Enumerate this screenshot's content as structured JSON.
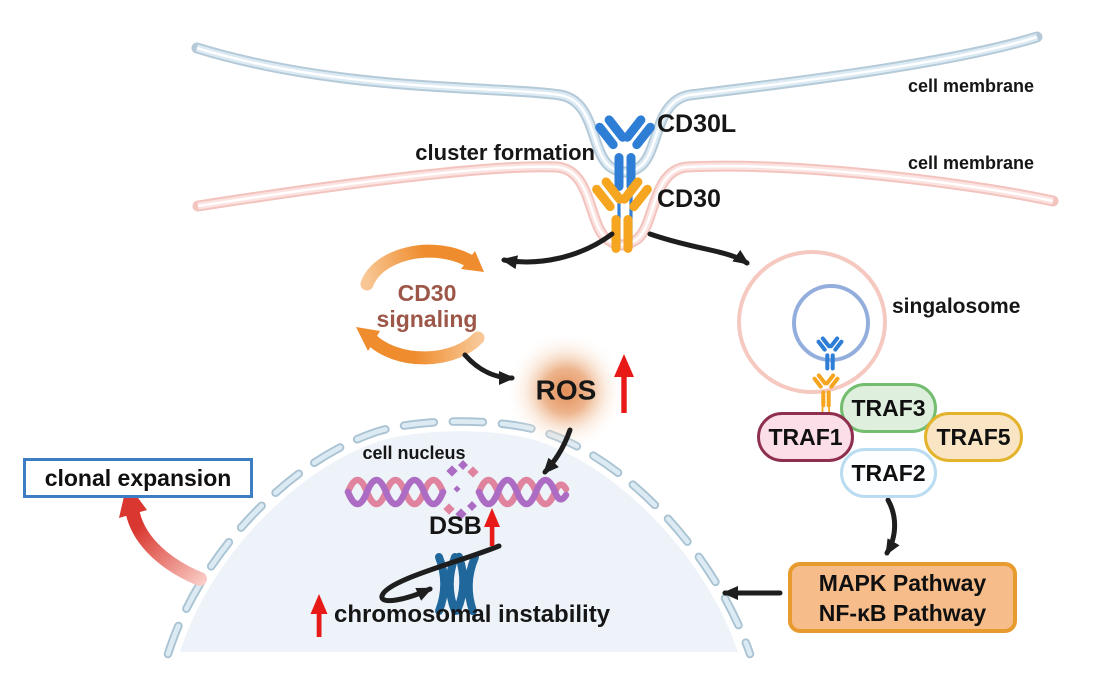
{
  "figure": {
    "type": "biology-pathway-diagram",
    "labels": {
      "cluster_formation": "cluster formation",
      "cd30l": "CD30L",
      "cd30": "CD30",
      "cell_membrane_top": "cell membrane",
      "cell_membrane_bottom": "cell membrane",
      "cd30_signaling_line1": "CD30",
      "cd30_signaling_line2": "signaling",
      "ros": "ROS",
      "singalosome": "singalosome",
      "traf1": "TRAF1",
      "traf2": "TRAF2",
      "traf3": "TRAF3",
      "traf5": "TRAF5",
      "mapk_line1": "MAPK Pathway",
      "mapk_line2": "NF-κB Pathway",
      "cell_nucleus": "cell nucleus",
      "dsb": "DSB",
      "chromosomal_instability": "chromosomal instability",
      "clonal_expansion": "clonal expansion"
    },
    "up_arrows_next_to": [
      "ROS",
      "DSB",
      "chromosomal instability"
    ],
    "arrows": [
      {
        "from": "CD30/CD30L cluster",
        "to": "CD30 signaling"
      },
      {
        "from": "CD30/CD30L cluster",
        "to": "singalosome"
      },
      {
        "from": "CD30 signaling",
        "to": "ROS"
      },
      {
        "from": "ROS",
        "to": "DNA / DSB"
      },
      {
        "from": "DSB",
        "to": "chromosomal instability"
      },
      {
        "from": "TRAF2",
        "to": "MAPK / NF-κB pathways"
      },
      {
        "from": "MAPK / NF-κB pathways",
        "to": "cell nucleus"
      },
      {
        "from": "cell nucleus",
        "to": "clonal expansion"
      }
    ],
    "colors": {
      "membrane_blue_edge": "#b5cad8",
      "membrane_blue_fill": "#dceaf4",
      "membrane_pink_edge": "#f3c3be",
      "membrane_pink_fill": "#fbe3e1",
      "cd30l_receptor": "#2e7ed6",
      "cd30_receptor": "#f5a51f",
      "signaling_cycle": "#ef8c2d",
      "signaling_text": "#9c5748",
      "ros_glow": "#e0823f",
      "red_arrow": "#e81a17",
      "clonal_arrow": "#d9372f",
      "traf1_border": "#8e2f4f",
      "traf2_border": "#b9dcf1",
      "traf3_border": "#74bd6f",
      "traf5_border": "#e2b32b",
      "mapk_border": "#e79b2e",
      "mapk_fill": "#f6bd8b",
      "clonal_border": "#3d7dc4",
      "nucleus_fill": "#edf3f9",
      "nucleus_dash": "#a9c3d3",
      "dna_pink": "#e0839f",
      "dna_purple": "#ad6cc4",
      "chromosome_blue": "#20689c",
      "black_arrow": "#1e1e1e",
      "signalosome_outer": "#f6c9c0",
      "signalosome_inner": "#93aedd"
    }
  }
}
